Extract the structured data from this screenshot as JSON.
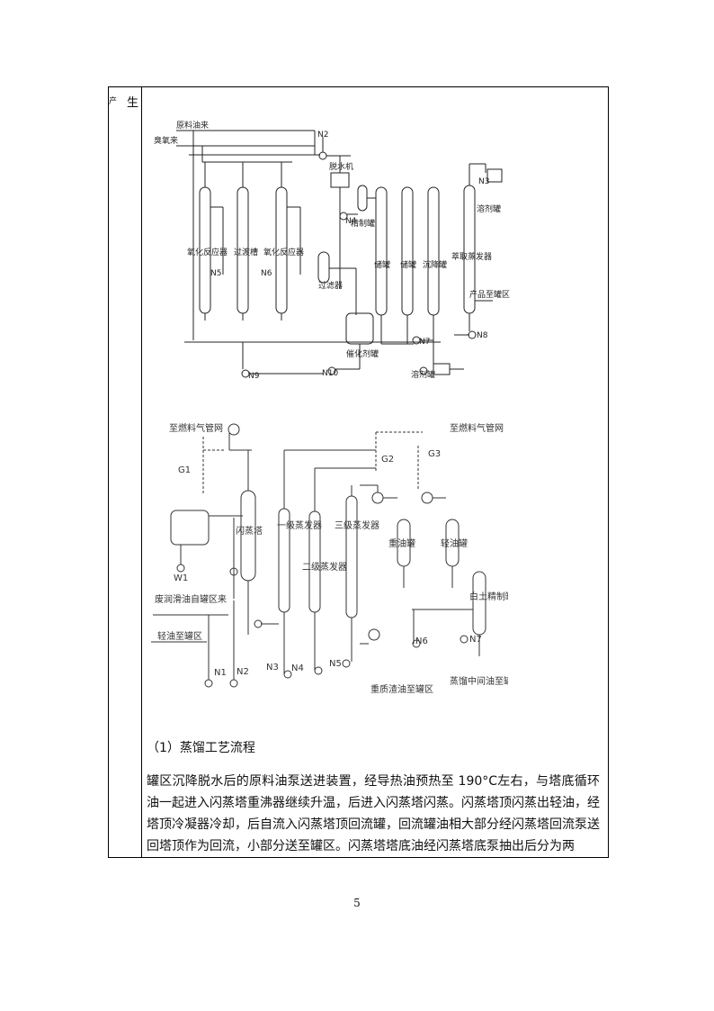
{
  "table": {
    "left_label_a": "产",
    "left_label_b": "生"
  },
  "diagram1": {
    "labels": {
      "feed_oil": "原料油来",
      "ozone": "臭氧来",
      "oxidation_reactor_1": "氧化反应器",
      "buffer_tank": "过渡槽",
      "oxidation_reactor_2": "氧化反应器",
      "dehydrator": "脱水机",
      "refining_tank": "精制罐",
      "filter": "过滤器",
      "catalyst_tank": "催化剂罐",
      "storage_tank_1": "储罐",
      "storage_tank_2": "储罐",
      "settling_tank": "沉降罐",
      "extraction_evaporator": "萃取蒸发器",
      "solvent_tank_top": "溶剂罐",
      "product_to_tank": "产品至罐区",
      "solvent_tank_bottom": "溶剂罐",
      "tag_n2": "N2",
      "tag_n3": "N3",
      "tag_n4": "N4",
      "tag_n5": "N5",
      "tag_n6": "N6",
      "tag_n7": "N7",
      "tag_n8": "N8",
      "tag_n9": "N9",
      "tag_n10": "N10"
    }
  },
  "diagram2": {
    "labels": {
      "fuel_gas_left": "至燃料气管网",
      "fuel_gas_right": "至燃料气管网",
      "g1": "G1",
      "g2": "G2",
      "g3": "G3",
      "w1": "W1",
      "flash_tower": "闪蒸塔",
      "evap_1": "一级蒸发器",
      "evap_2": "二级蒸发器",
      "evap_3": "三级蒸发器",
      "heavy_oil_tank": "重油罐",
      "light_oil_tank": "轻油罐",
      "clay_refine_tank": "白土精制罐",
      "waste_oil_in": "废润滑油自罐区来",
      "light_oil_out": "轻油至罐区",
      "heavy_residue_out": "重质渣油至罐区",
      "distillate_out": "蒸馏中间油至罐区",
      "n1": "N1",
      "n2": "N2",
      "n3": "N3",
      "n4": "N4",
      "n5": "N5",
      "n6": "N6",
      "n7": "N7"
    }
  },
  "section": {
    "title": "（1）蒸馏工艺流程",
    "paragraph": "罐区沉降脱水后的原料油泵送进装置，经导热油预热至 190°C左右，与塔底循环油一起进入闪蒸塔重沸器继续升温，后进入闪蒸塔闪蒸。闪蒸塔顶闪蒸出轻油，经塔顶冷凝器冷却，后自流入闪蒸塔顶回流罐，回流罐油相大部分经闪蒸塔回流泵送回塔顶作为回流，小部分送至罐区。闪蒸塔塔底油经闪蒸塔底泵抽出后分为两"
  },
  "page": {
    "number": "5"
  }
}
